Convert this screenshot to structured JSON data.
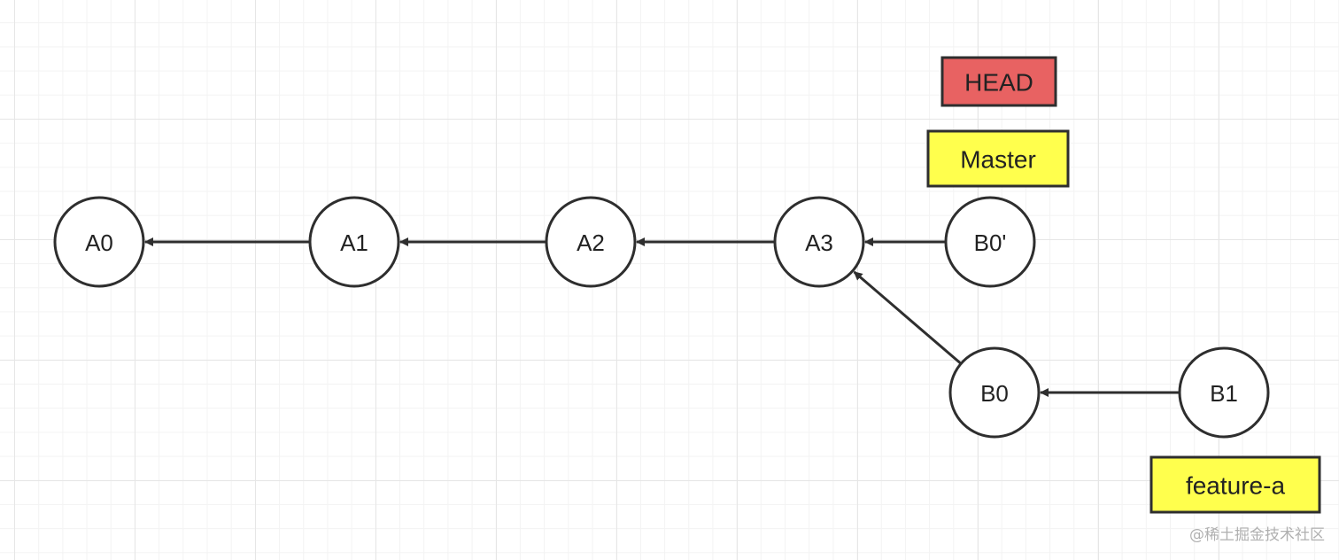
{
  "diagram": {
    "nodes": [
      {
        "id": "A0",
        "label": "A0"
      },
      {
        "id": "A1",
        "label": "A1"
      },
      {
        "id": "A2",
        "label": "A2"
      },
      {
        "id": "A3",
        "label": "A3"
      },
      {
        "id": "B0p",
        "label": "B0'"
      },
      {
        "id": "B0",
        "label": "B0"
      },
      {
        "id": "B1",
        "label": "B1"
      }
    ],
    "edges": [
      {
        "from": "A1",
        "to": "A0"
      },
      {
        "from": "A2",
        "to": "A1"
      },
      {
        "from": "A3",
        "to": "A2"
      },
      {
        "from": "B0p",
        "to": "A3"
      },
      {
        "from": "B0",
        "to": "A3"
      },
      {
        "from": "B1",
        "to": "B0"
      }
    ],
    "tags": [
      {
        "id": "head",
        "label": "HEAD",
        "color": "#e86262"
      },
      {
        "id": "master",
        "label": "Master",
        "color": "#ffff4d"
      },
      {
        "id": "feature",
        "label": "feature-a",
        "color": "#ffff4d"
      }
    ]
  },
  "colors": {
    "line": "#2e2e2e",
    "node_fill": "#ffffff"
  },
  "watermark": "@稀土掘金技术社区"
}
